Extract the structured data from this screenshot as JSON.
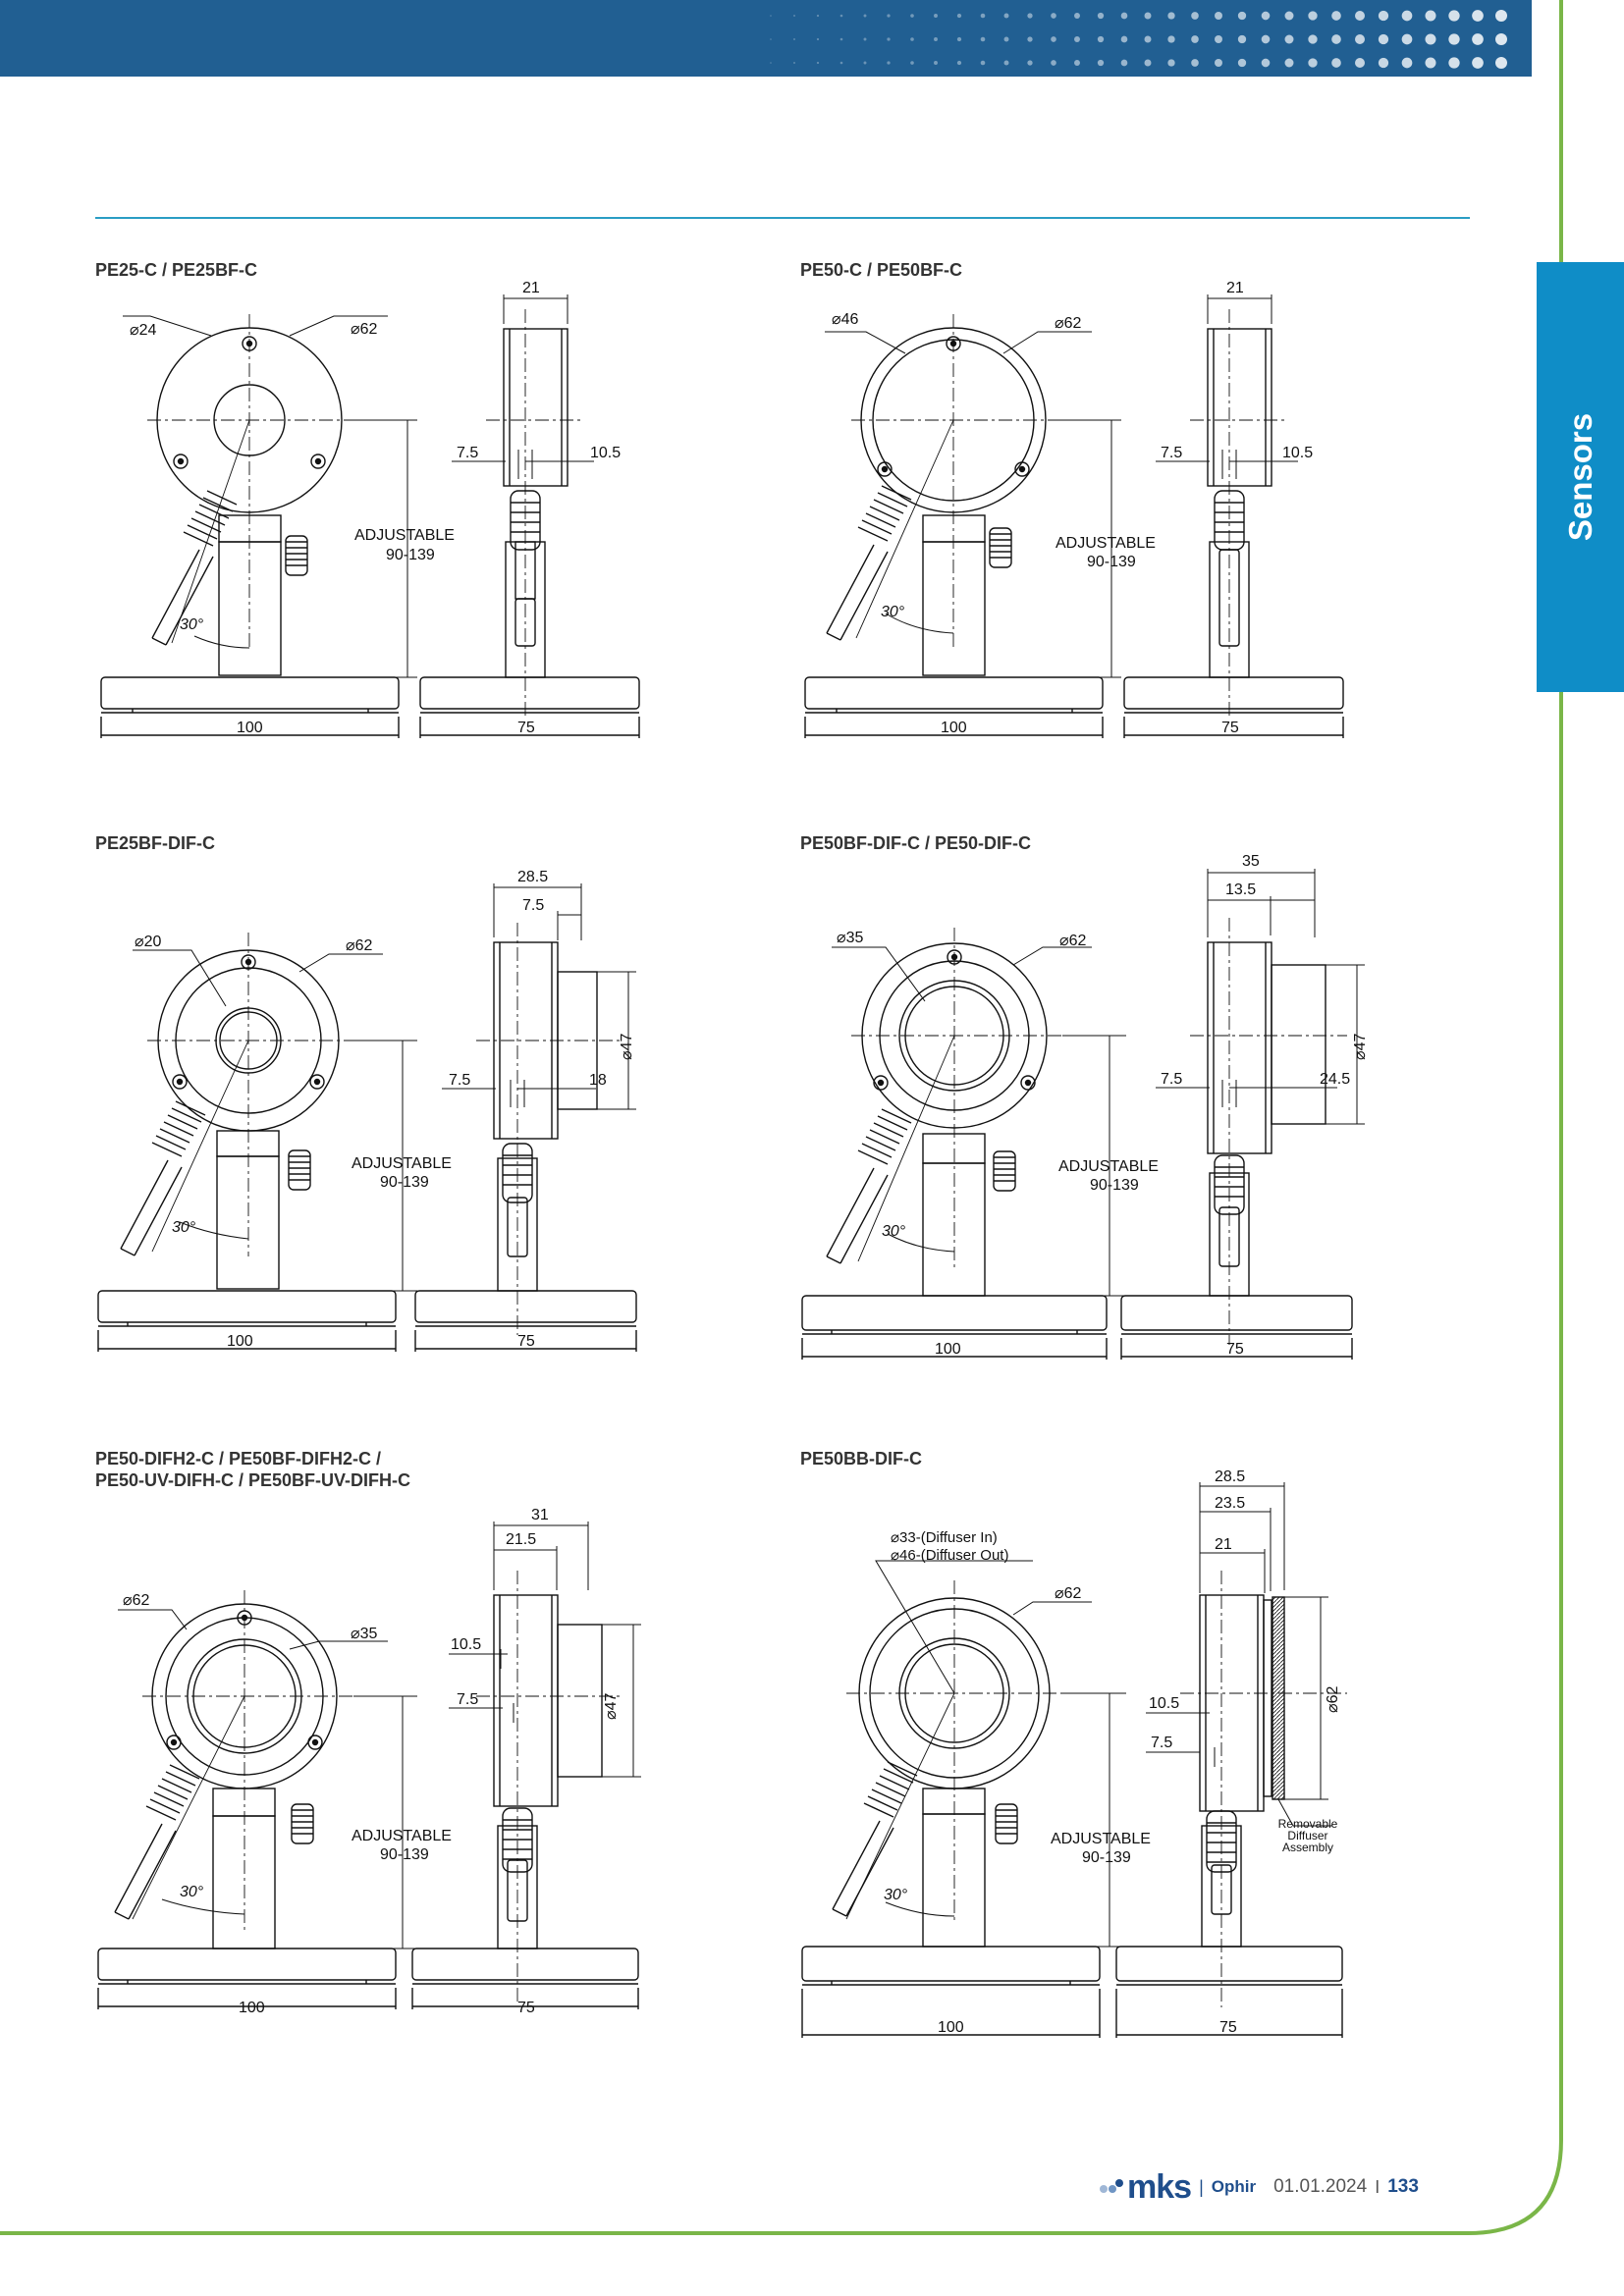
{
  "section_tab": "Sensors",
  "footer": {
    "brand": "mks",
    "separator1": "|",
    "sub_brand": "Ophir",
    "date": "01.01.2024",
    "separator2": "I",
    "page": "133"
  },
  "labels": {
    "adjustable": "ADJUSTABLE",
    "adjustable_range": "90-139",
    "angle": "30°"
  },
  "drawings": [
    {
      "title": "PE25-C / PE25BF-C",
      "aperture": "⌀24",
      "diameter": "⌀62",
      "side": {
        "top": "21",
        "left": "7.5",
        "right": "10.5"
      },
      "base_front": "100",
      "base_side": "75"
    },
    {
      "title": "PE50-C / PE50BF-C",
      "aperture": "⌀46",
      "diameter": "⌀62",
      "side": {
        "top": "21",
        "left": "7.5",
        "right": "10.5"
      },
      "base_front": "100",
      "base_side": "75"
    },
    {
      "title": "PE25BF-DIF-C",
      "aperture": "⌀20",
      "diameter": "⌀62",
      "side": {
        "top": "28.5",
        "top2": "7.5",
        "left": "7.5",
        "right": "18",
        "height": "⌀47"
      },
      "base_front": "100",
      "base_side": "75"
    },
    {
      "title": "PE50BF-DIF-C / PE50-DIF-C",
      "aperture": "⌀35",
      "diameter": "⌀62",
      "side": {
        "top": "35",
        "top2": "13.5",
        "left": "7.5",
        "right": "24.5",
        "height": "⌀47"
      },
      "base_front": "100",
      "base_side": "75"
    },
    {
      "title": "PE50-DIFH2-C / PE50BF-DIFH2-C /",
      "title2": "PE50-UV-DIFH-C / PE50BF-UV-DIFH-C",
      "aperture": "⌀35",
      "diameter": "⌀62",
      "side": {
        "top": "31",
        "top2": "21.5",
        "left": "7.5",
        "left2": "10.5",
        "height": "⌀47"
      },
      "base_front": "100",
      "base_side": "75"
    },
    {
      "title": "PE50BB-DIF-C",
      "aperture": "⌀33-(Diffuser In)",
      "aperture2": "⌀46-(Diffuser Out)",
      "diameter": "⌀62",
      "side": {
        "top": "28.5",
        "top2": "23.5",
        "top3": "21",
        "left": "7.5",
        "left2": "10.5",
        "height": "⌀62",
        "note1": "Removable",
        "note2": "Diffuser",
        "note3": "Assembly"
      },
      "base_front": "100",
      "base_side": "75"
    }
  ]
}
